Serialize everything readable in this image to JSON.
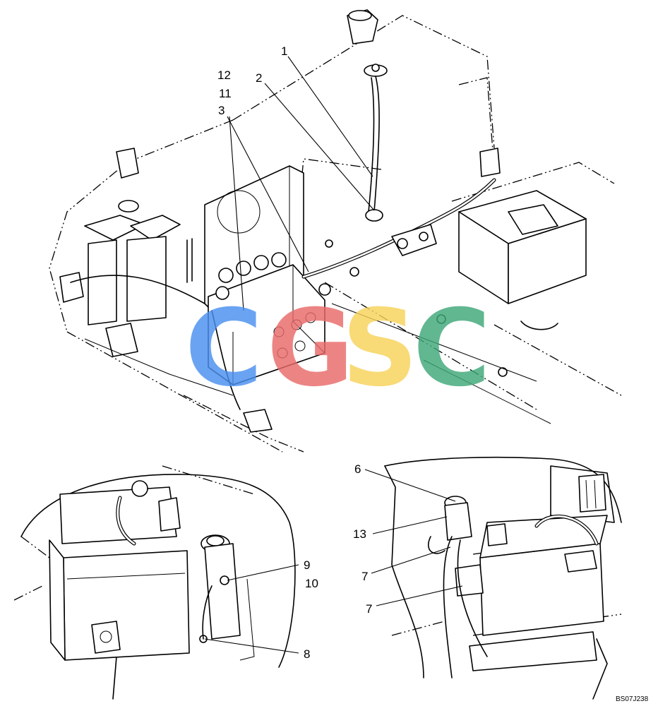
{
  "watermark": {
    "letters": [
      "C",
      "G",
      "S",
      "C"
    ],
    "colors": [
      "#4a8ff0",
      "#ea6a6a",
      "#f7d25a",
      "#3fa878"
    ]
  },
  "callouts": {
    "main": [
      "1",
      "2",
      "12",
      "11",
      "3"
    ],
    "lower_left": [
      "9",
      "10",
      "8"
    ],
    "lower_right": [
      "6",
      "13",
      "7",
      "7"
    ]
  },
  "drawing_code": "BS07J238"
}
